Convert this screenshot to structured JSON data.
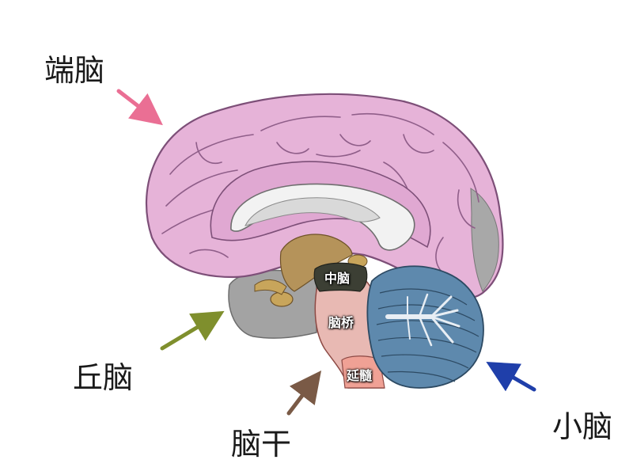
{
  "labels": {
    "telencephalon": "端脑",
    "diencephalon": "丘脑",
    "brainstem": "脑干",
    "cerebellum": "小脑",
    "midbrain": "中脑",
    "pons": "脑桥",
    "medulla": "延髓"
  },
  "colors": {
    "cerebrum": "#e6b3d8",
    "cerebrum_line": "#7d4f78",
    "thalamus": "#a3a3a3",
    "brainstem": "#e8b9b3",
    "midbrain": "#3c3f34",
    "cerebellum": "#5e89ad",
    "corpus_callosum": "#f2f2f2",
    "arrow_telencephalon": "#ea6f94",
    "arrow_diencephalon": "#7f8f2d",
    "arrow_brainstem": "#7a5a46",
    "arrow_cerebellum": "#1f3faa"
  }
}
